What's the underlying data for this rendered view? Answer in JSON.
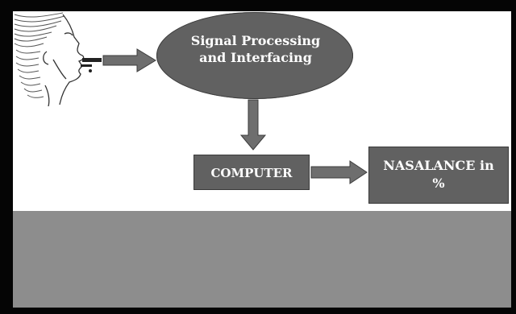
{
  "diagram": {
    "nodes": [
      {
        "id": "signal",
        "label": "Signal Processing\nand Interfacing"
      },
      {
        "id": "computer",
        "label": "COMPUTER"
      },
      {
        "id": "nasalance",
        "label": "NASALANCE in\n%"
      }
    ],
    "edges": [
      {
        "from": "speaker",
        "to": "signal"
      },
      {
        "from": "signal",
        "to": "computer"
      },
      {
        "from": "computer",
        "to": "nasalance"
      }
    ]
  },
  "colors": {
    "frame": "#050505",
    "node_fill": "#616161",
    "arrow_fill": "#6e6e6e",
    "bottom_band": "#8d8d8d",
    "text": "#ffffff"
  },
  "icons": {
    "speaker": "human-face-profile-with-nasometer-icon"
  }
}
